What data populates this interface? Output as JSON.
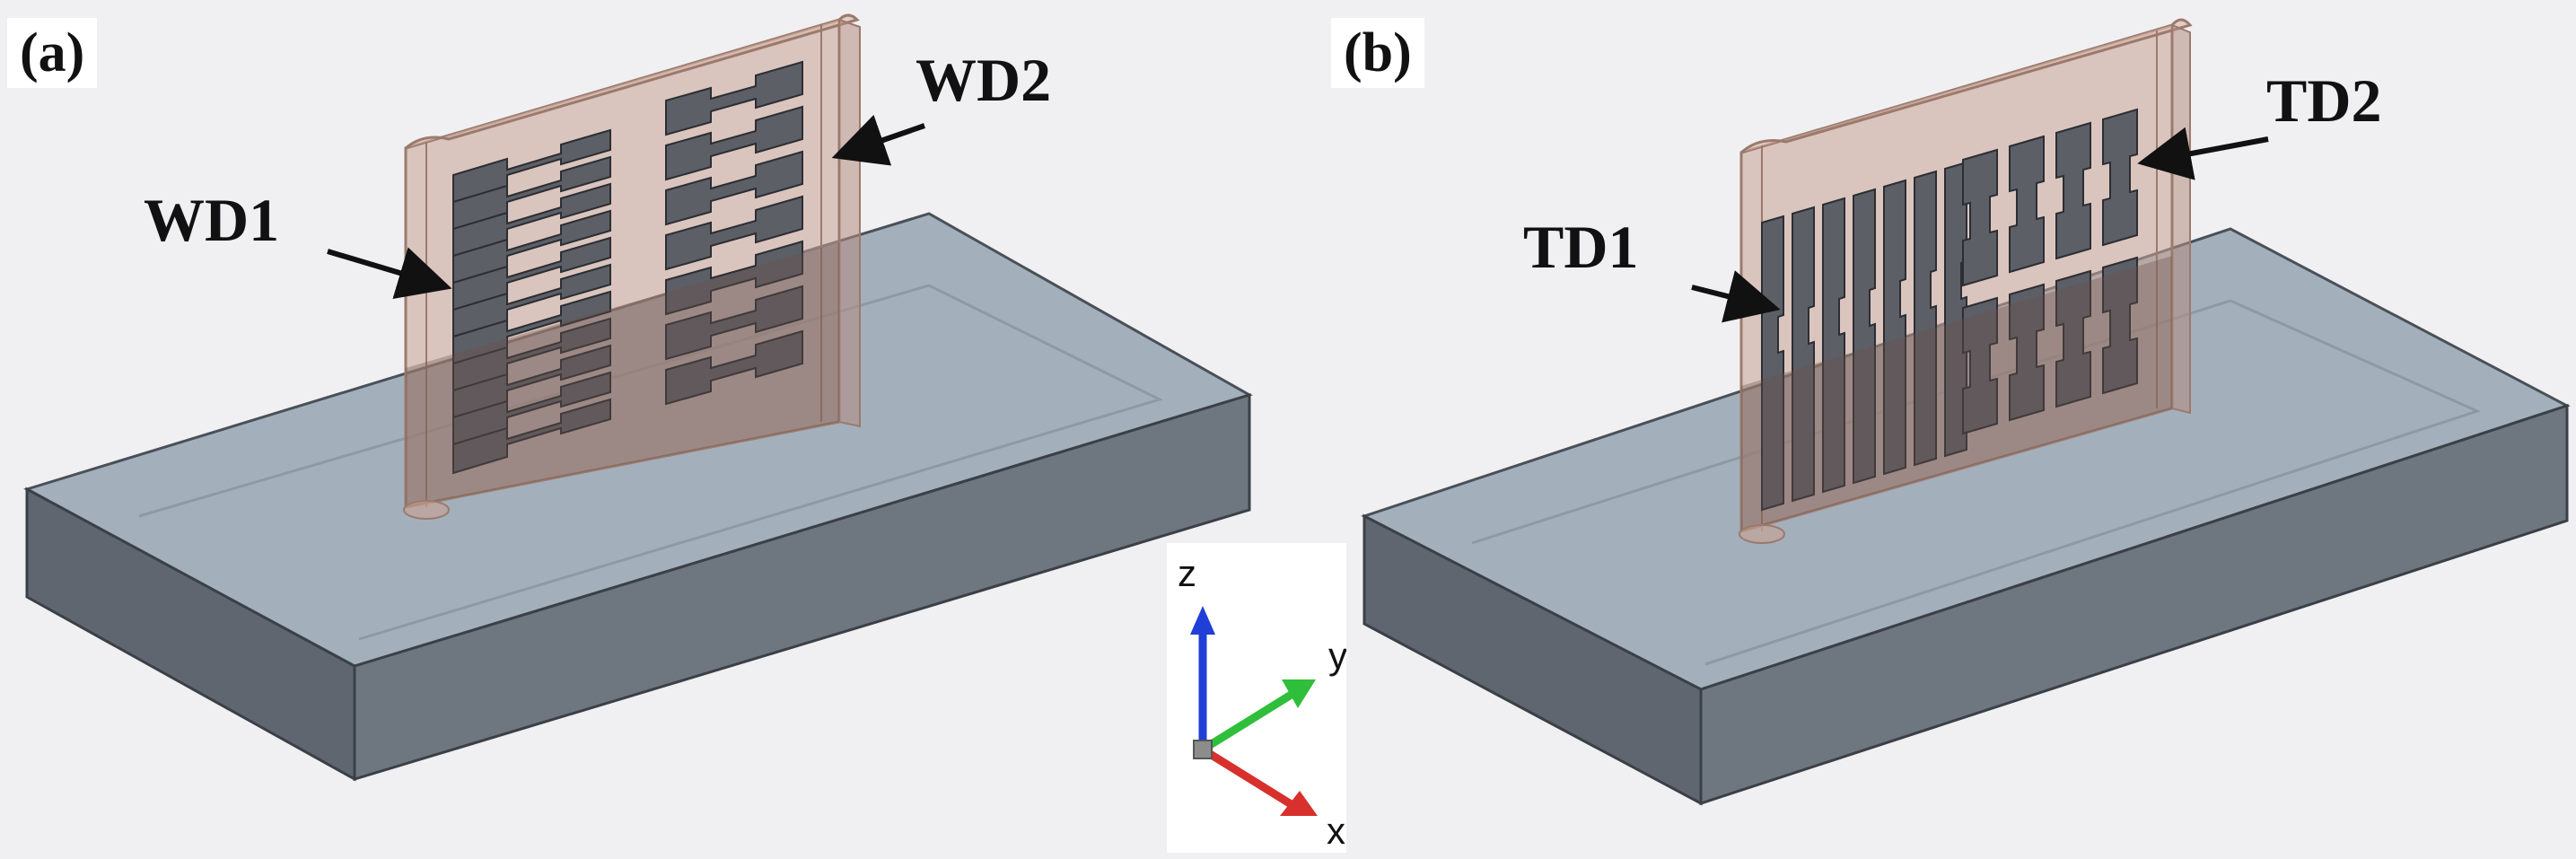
{
  "figure": {
    "panels": [
      {
        "label": "(a)",
        "callouts": [
          "WD1",
          "WD2"
        ]
      },
      {
        "label": "(b)",
        "callouts": [
          "TD1",
          "TD2"
        ]
      }
    ],
    "axes": {
      "z": "z",
      "y": "y",
      "x": "x"
    },
    "colors": {
      "plate_top": "#a3b0bc",
      "plate_front": "#5f6670",
      "plate_side": "#7e8792",
      "build_volume": "#c9a293",
      "specimen": "#5c5f66",
      "axis_z": "#1f3fd6",
      "axis_y": "#2fbf3a",
      "axis_x": "#d8302c"
    }
  }
}
